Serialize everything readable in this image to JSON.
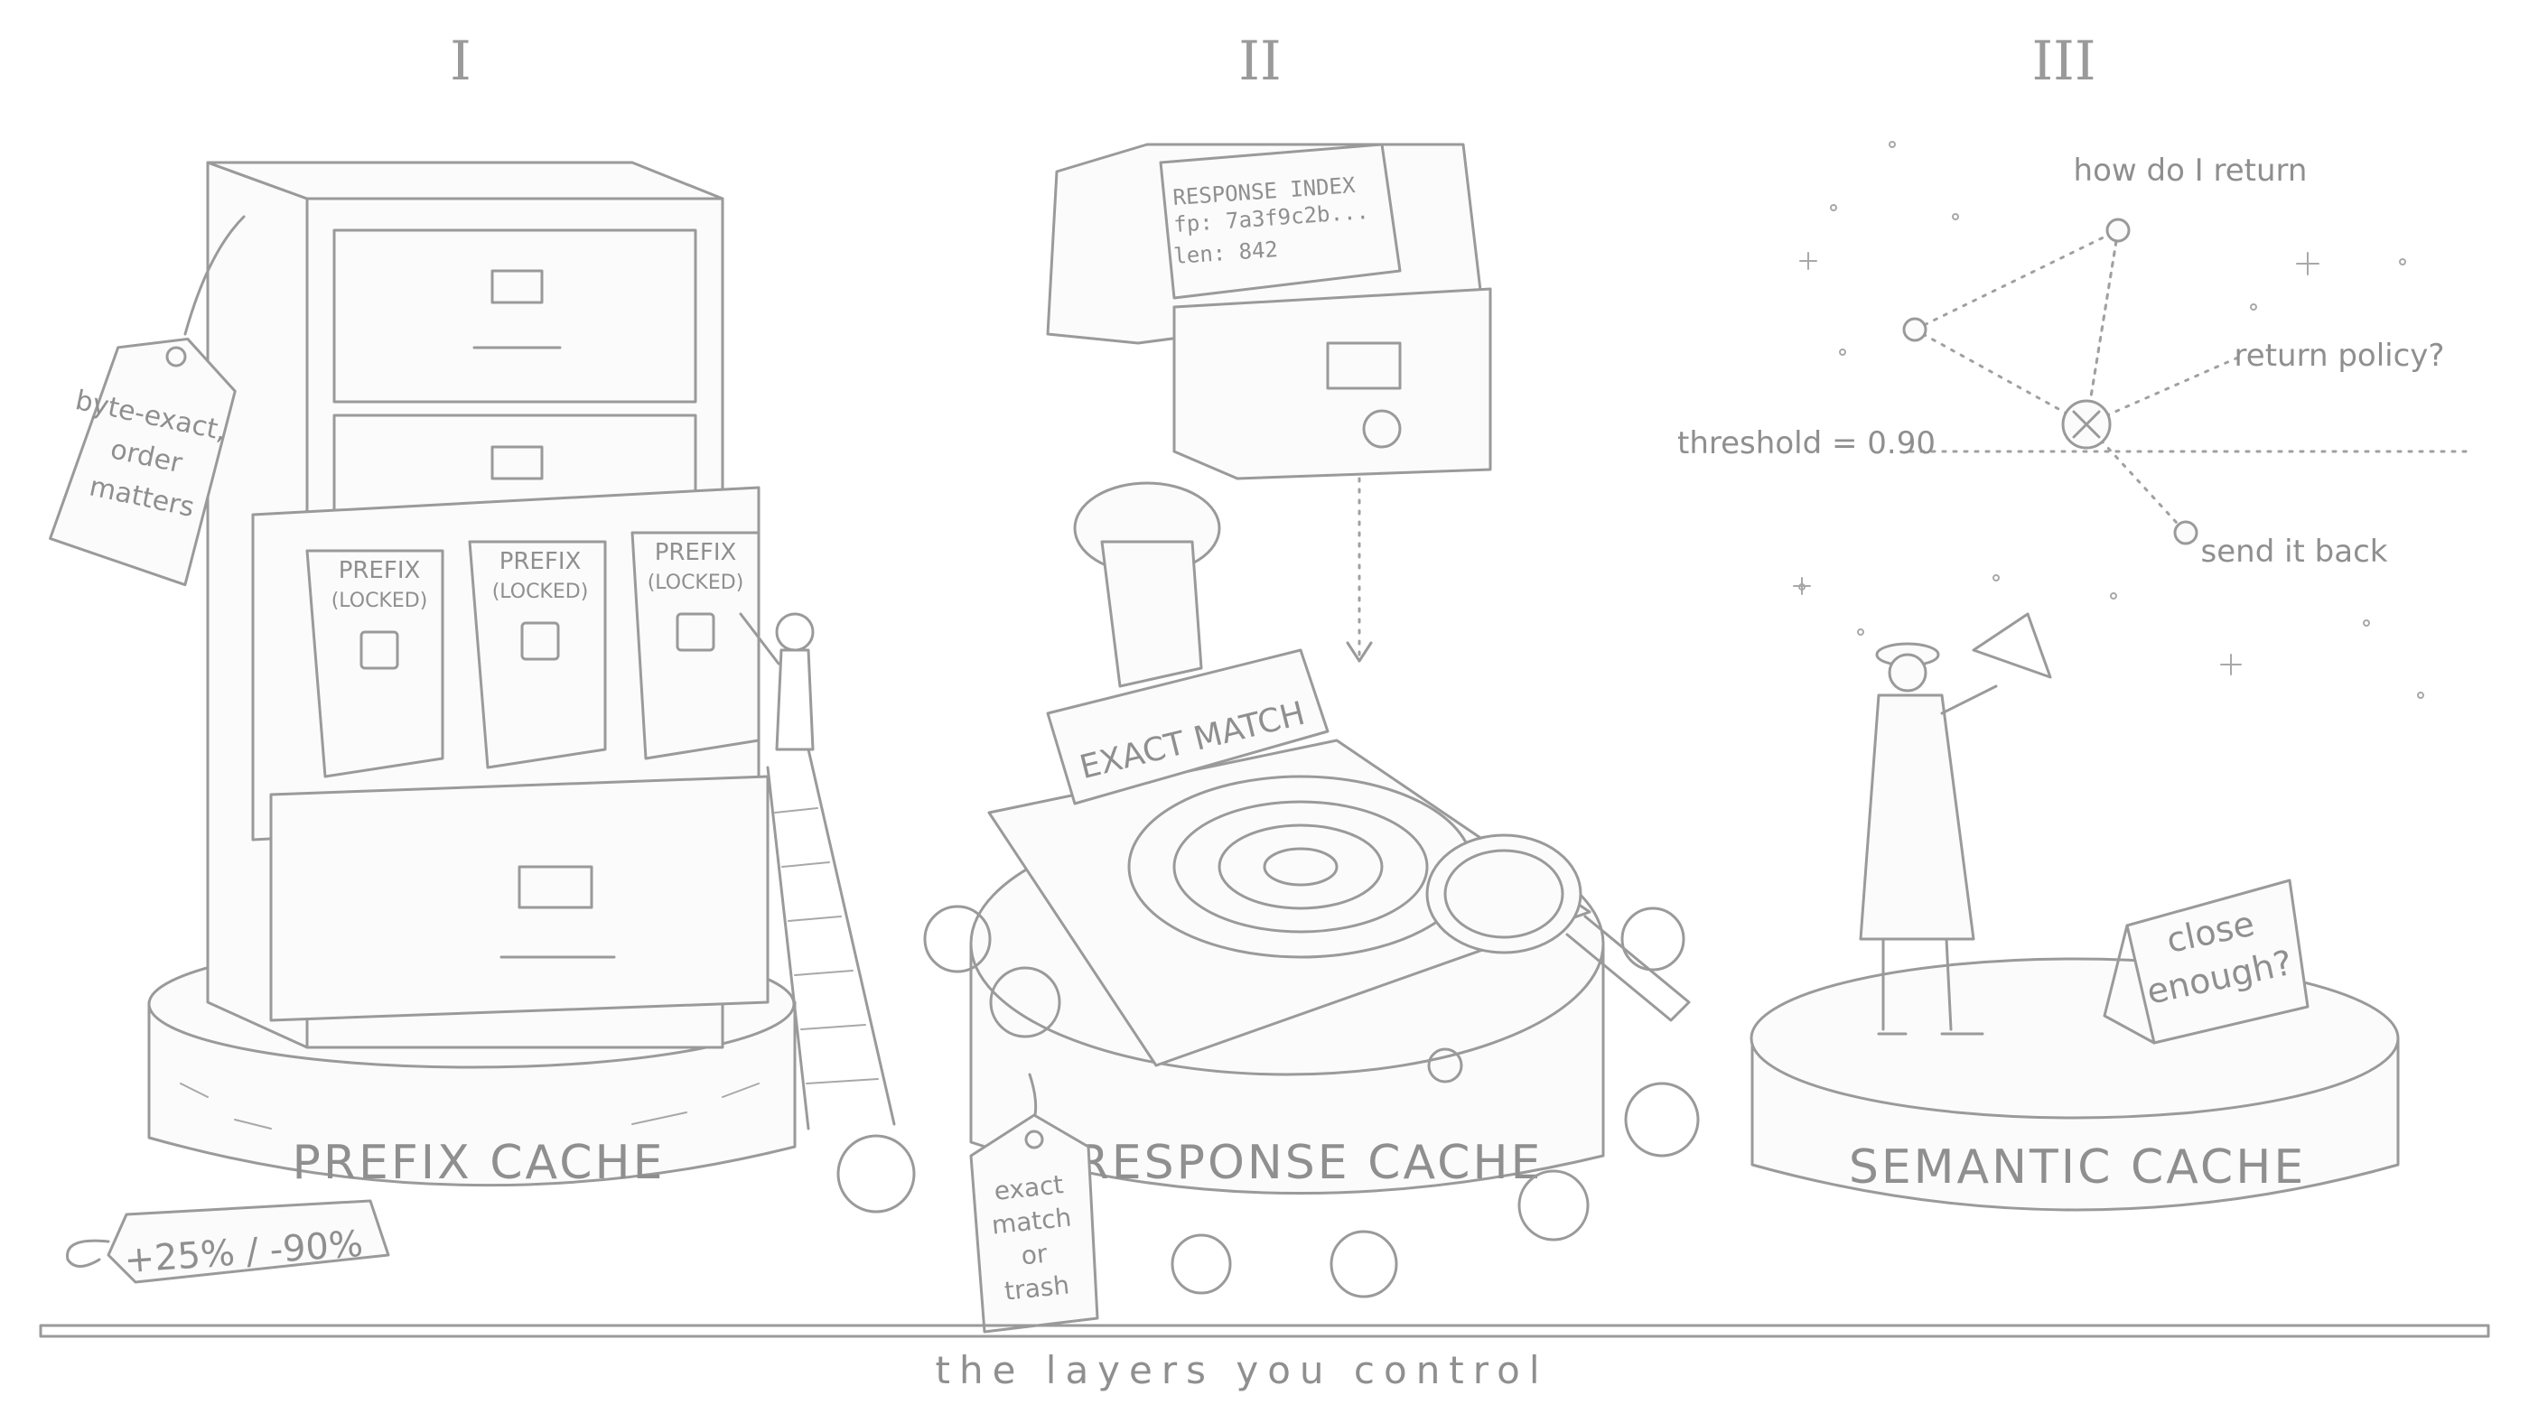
{
  "numerals": [
    "I",
    "II",
    "III"
  ],
  "prefix": {
    "tag": [
      "byte-exact,",
      "order",
      "matters"
    ],
    "folder": [
      "PREFIX",
      "(LOCKED)"
    ],
    "platform": "PREFIX CACHE",
    "price": "+25% / -90%"
  },
  "response": {
    "card": [
      "RESPONSE INDEX",
      "fp: 7a3f9c2b...",
      "len: 842"
    ],
    "stamp": "EXACT MATCH",
    "platform": "RESPONSE CACHE",
    "tag": [
      "exact",
      "match",
      "or",
      "trash"
    ]
  },
  "semantic": {
    "stars": [
      "how do I return",
      "return policy?",
      "send it back"
    ],
    "threshold": "threshold = 0.90",
    "sign": [
      "close",
      "enough?"
    ],
    "platform": "SEMANTIC CACHE"
  },
  "caption": "the layers you control"
}
